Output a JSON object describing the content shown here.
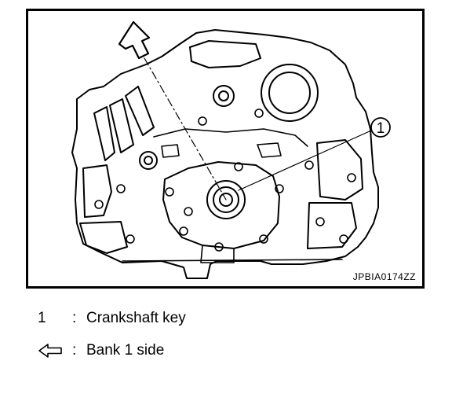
{
  "figure": {
    "id": "JPBIA0174ZZ",
    "callout": "1"
  },
  "legend": [
    {
      "key": "1",
      "separator": ":",
      "text": "Crankshaft key"
    },
    {
      "key_icon": "hollow-arrow-left-icon",
      "separator": ":",
      "text": "Bank 1 side"
    }
  ]
}
